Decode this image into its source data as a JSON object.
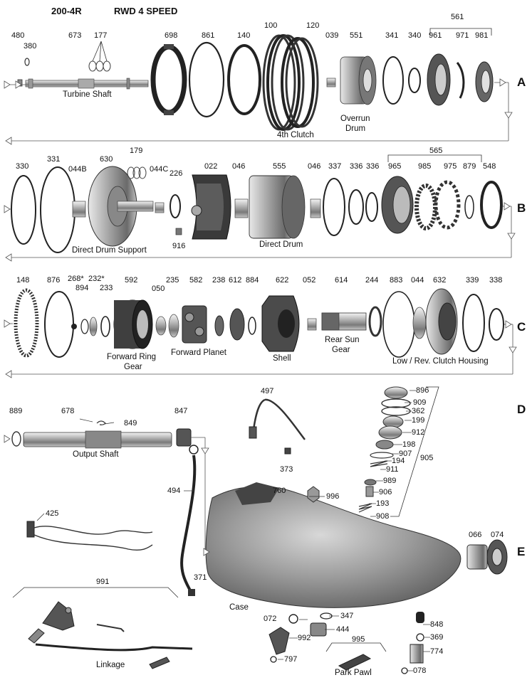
{
  "header": {
    "model": "200-4R",
    "type": "RWD 4 SPEED"
  },
  "sections": [
    "A",
    "B",
    "C",
    "D",
    "E"
  ],
  "parts": {
    "a": [
      "480",
      "380",
      "673",
      "177",
      "698",
      "861",
      "140",
      "100",
      "120",
      "039",
      "551",
      "341",
      "340",
      "561",
      "961",
      "971",
      "981"
    ],
    "b": [
      "330",
      "331",
      "044B",
      "630",
      "179",
      "044C",
      "226",
      "022",
      "046",
      "555",
      "046",
      "337",
      "336",
      "336",
      "565",
      "965",
      "985",
      "975",
      "879",
      "548",
      "916"
    ],
    "c": [
      "148",
      "876",
      "268*",
      "894",
      "232*",
      "233",
      "592",
      "050",
      "235",
      "582",
      "238",
      "612",
      "884",
      "622",
      "052",
      "614",
      "244",
      "883",
      "044",
      "632",
      "339",
      "338"
    ],
    "d": [
      "889",
      "678",
      "849",
      "847",
      "497",
      "373",
      "896",
      "909",
      "362",
      "199",
      "912",
      "198",
      "907",
      "194",
      "911",
      "905",
      "989",
      "906",
      "193",
      "908",
      "996"
    ],
    "e": [
      "494",
      "425",
      "760",
      "066",
      "074",
      "371",
      "991",
      "072",
      "347",
      "444",
      "848",
      "369",
      "992",
      "995",
      "774",
      "797",
      "078"
    ]
  },
  "captions": {
    "turbine_shaft": "Turbine Shaft",
    "fourth_clutch": "4th Clutch",
    "overrun_drum": "Overrun",
    "overrun_drum2": "Drum",
    "direct_drum_support": "Direct Drum Support",
    "direct_drum": "Direct Drum",
    "forward_ring_gear": "Forward Ring",
    "forward_ring_gear2": "Gear",
    "forward_planet": "Forward Planet",
    "shell": "Shell",
    "rear_sun_gear": "Rear Sun",
    "rear_sun_gear2": "Gear",
    "low_rev_clutch_housing": "Low / Rev. Clutch Housing",
    "output_shaft": "Output Shaft",
    "case": "Case",
    "linkage": "Linkage",
    "park_pawl": "Park Pawl"
  }
}
